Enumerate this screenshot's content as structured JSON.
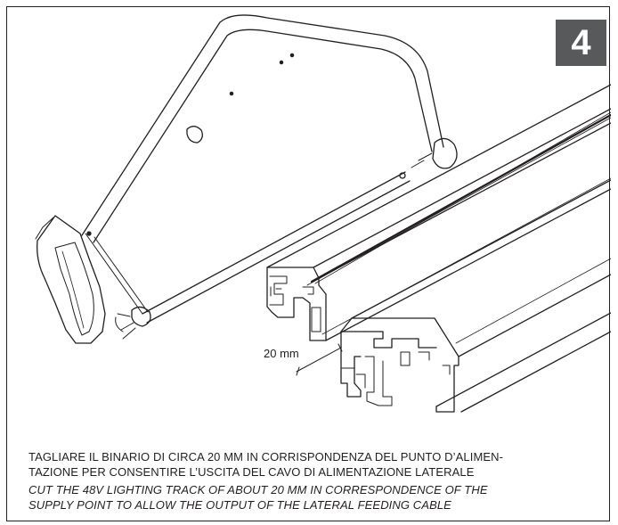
{
  "step": {
    "number": "4"
  },
  "illustration": {
    "dimension_label": "20 mm",
    "icons": [
      "hacksaw-icon",
      "lighting-track-icon"
    ]
  },
  "caption": {
    "italian_line1": "TAGLIARE IL BINARIO DI CIRCA 20 MM IN CORRISPONDENZA DEL PUNTO D’ALIMEN-",
    "italian_line2": "TAZIONE PER CONSENTIRE L’USCITA DEL CAVO DI ALIMENTAZIONE LATERALE",
    "english_line1": "CUT THE 48V LIGHTING TRACK OF ABOUT 20 MM IN CORRESPONDENCE OF THE",
    "english_line2": "SUPPLY POINT TO ALLOW THE OUTPUT OF THE LATERAL FEEDING CABLE"
  },
  "colors": {
    "badge": "#58595b",
    "ink": "#231f20",
    "background": "#ffffff"
  }
}
